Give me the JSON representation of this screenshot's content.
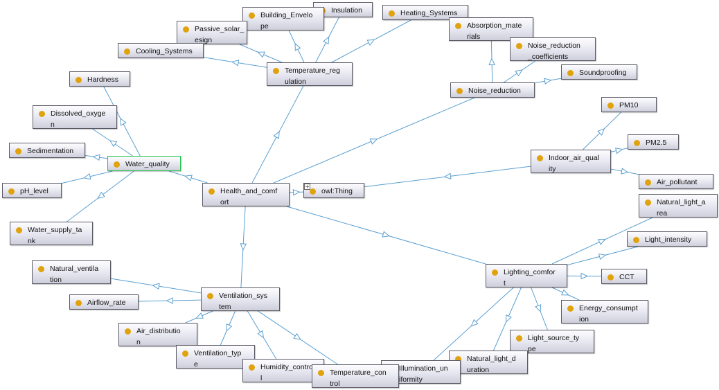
{
  "colors": {
    "edge": "#5a9fd0",
    "dot": "#e0a30e",
    "selected_border": "#1fc24a"
  },
  "nodes": [
    {
      "id": "insulation",
      "label": "Insulation"
    },
    {
      "id": "building_envelope",
      "label": "Building_Envelo\npe"
    },
    {
      "id": "heating_systems",
      "label": "Heating_Systems"
    },
    {
      "id": "passive_solar",
      "label": "Passive_solar_\nesign"
    },
    {
      "id": "absorption",
      "label": "Absorption_mate\nrials"
    },
    {
      "id": "cooling",
      "label": "Cooling_Systems"
    },
    {
      "id": "noise_coeff",
      "label": "Noise_reduction\n_coefficients"
    },
    {
      "id": "temp_reg",
      "label": "Temperature_reg\nulation"
    },
    {
      "id": "hardness",
      "label": "Hardness"
    },
    {
      "id": "soundproofing",
      "label": "Soundproofing"
    },
    {
      "id": "noise_reduction",
      "label": "Noise_reduction"
    },
    {
      "id": "dissolved_oxygen",
      "label": "Dissolved_oxyge\nn"
    },
    {
      "id": "pm10",
      "label": "PM10"
    },
    {
      "id": "pm25",
      "label": "PM2.5"
    },
    {
      "id": "sedimentation",
      "label": "Sedimentation"
    },
    {
      "id": "water_quality",
      "label": "Water_quality"
    },
    {
      "id": "indoor_air",
      "label": "Indoor_air_qual\nity"
    },
    {
      "id": "air_pollutant",
      "label": "Air_pollutant"
    },
    {
      "id": "ph_level",
      "label": "pH_level"
    },
    {
      "id": "health",
      "label": "Health_and_comf\nort"
    },
    {
      "id": "owl_thing",
      "label": "owl:Thing"
    },
    {
      "id": "natural_light_area",
      "label": "Natural_light_a\nrea"
    },
    {
      "id": "water_supply",
      "label": "Water_supply_ta\nnk"
    },
    {
      "id": "light_intensity",
      "label": "Light_intensity"
    },
    {
      "id": "natural_ventilation",
      "label": "Natural_ventila\ntion"
    },
    {
      "id": "lighting_comfort",
      "label": "Lighting_comfor\nt"
    },
    {
      "id": "cct",
      "label": "CCT"
    },
    {
      "id": "ventilation_system",
      "label": "Ventilation_sys\ntem"
    },
    {
      "id": "airflow_rate",
      "label": "Airflow_rate"
    },
    {
      "id": "energy_consumption",
      "label": "Energy_consumpt\nion"
    },
    {
      "id": "air_distribution",
      "label": "Air_distributio\nn"
    },
    {
      "id": "light_source_type",
      "label": "Light_source_ty\npe"
    },
    {
      "id": "ventilation_type",
      "label": "Ventilation_typ\ne"
    },
    {
      "id": "natural_light_duration",
      "label": "Natural_light_d\nuration"
    },
    {
      "id": "illumination_uniformity",
      "label": "Illumination_un\niformity"
    },
    {
      "id": "humidity_control",
      "label": "Humidity_contro\nl"
    },
    {
      "id": "temperature_control",
      "label": "Temperature_con\ntrol"
    }
  ],
  "edges": [
    [
      "temp_reg",
      "insulation"
    ],
    [
      "temp_reg",
      "building_envelope"
    ],
    [
      "temp_reg",
      "heating_systems"
    ],
    [
      "temp_reg",
      "passive_solar"
    ],
    [
      "temp_reg",
      "cooling"
    ],
    [
      "noise_reduction",
      "absorption"
    ],
    [
      "noise_reduction",
      "noise_coeff"
    ],
    [
      "noise_reduction",
      "soundproofing"
    ],
    [
      "water_quality",
      "hardness"
    ],
    [
      "water_quality",
      "dissolved_oxygen"
    ],
    [
      "water_quality",
      "sedimentation"
    ],
    [
      "water_quality",
      "ph_level"
    ],
    [
      "water_quality",
      "water_supply"
    ],
    [
      "indoor_air",
      "pm10"
    ],
    [
      "indoor_air",
      "pm25"
    ],
    [
      "indoor_air",
      "air_pollutant"
    ],
    [
      "lighting_comfort",
      "natural_light_area"
    ],
    [
      "lighting_comfort",
      "light_intensity"
    ],
    [
      "lighting_comfort",
      "cct"
    ],
    [
      "lighting_comfort",
      "energy_consumption"
    ],
    [
      "lighting_comfort",
      "light_source_type"
    ],
    [
      "lighting_comfort",
      "natural_light_duration"
    ],
    [
      "lighting_comfort",
      "illumination_uniformity"
    ],
    [
      "ventilation_system",
      "natural_ventilation"
    ],
    [
      "ventilation_system",
      "airflow_rate"
    ],
    [
      "ventilation_system",
      "air_distribution"
    ],
    [
      "ventilation_system",
      "ventilation_type"
    ],
    [
      "ventilation_system",
      "humidity_control"
    ],
    [
      "ventilation_system",
      "temperature_control"
    ],
    [
      "health",
      "temp_reg"
    ],
    [
      "health",
      "noise_reduction"
    ],
    [
      "health",
      "water_quality"
    ],
    [
      "health",
      "ventilation_system"
    ],
    [
      "health",
      "lighting_comfort"
    ],
    [
      "health",
      "owl_thing"
    ],
    [
      "indoor_air",
      "owl_thing"
    ]
  ]
}
